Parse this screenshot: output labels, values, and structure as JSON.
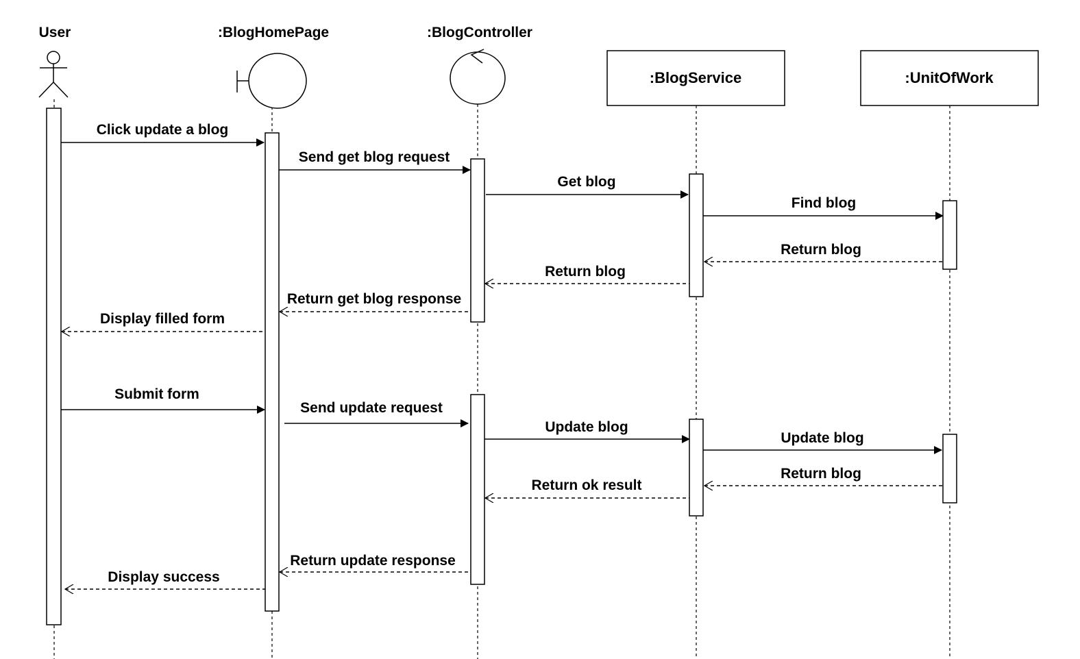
{
  "participants": [
    {
      "id": "user",
      "label": "User",
      "kind": "actor"
    },
    {
      "id": "home",
      "label": ":BlogHomePage",
      "kind": "boundary"
    },
    {
      "id": "ctrl",
      "label": ":BlogController",
      "kind": "control"
    },
    {
      "id": "svc",
      "label": ":BlogService",
      "kind": "box"
    },
    {
      "id": "uow",
      "label": ":UnitOfWork",
      "kind": "box"
    }
  ],
  "messages": [
    {
      "label": "Click update a blog",
      "from": "user",
      "to": "home",
      "type": "call"
    },
    {
      "label": "Send get blog request",
      "from": "home",
      "to": "ctrl",
      "type": "call"
    },
    {
      "label": "Get blog",
      "from": "ctrl",
      "to": "svc",
      "type": "call"
    },
    {
      "label": "Find blog",
      "from": "svc",
      "to": "uow",
      "type": "call"
    },
    {
      "label": "Return blog",
      "from": "uow",
      "to": "svc",
      "type": "return"
    },
    {
      "label": "Return blog",
      "from": "svc",
      "to": "ctrl",
      "type": "return"
    },
    {
      "label": "Return get blog response",
      "from": "ctrl",
      "to": "home",
      "type": "return"
    },
    {
      "label": "Display filled form",
      "from": "home",
      "to": "user",
      "type": "return"
    },
    {
      "label": "Submit form",
      "from": "user",
      "to": "home",
      "type": "call"
    },
    {
      "label": "Send update request",
      "from": "home",
      "to": "ctrl",
      "type": "call"
    },
    {
      "label": "Update blog",
      "from": "ctrl",
      "to": "svc",
      "type": "call"
    },
    {
      "label": "Update blog",
      "from": "svc",
      "to": "uow",
      "type": "call"
    },
    {
      "label": "Return blog",
      "from": "uow",
      "to": "svc",
      "type": "return"
    },
    {
      "label": "Return ok result",
      "from": "svc",
      "to": "ctrl",
      "type": "return"
    },
    {
      "label": "Return update response",
      "from": "ctrl",
      "to": "home",
      "type": "return"
    },
    {
      "label": "Display success",
      "from": "home",
      "to": "user",
      "type": "return"
    }
  ]
}
